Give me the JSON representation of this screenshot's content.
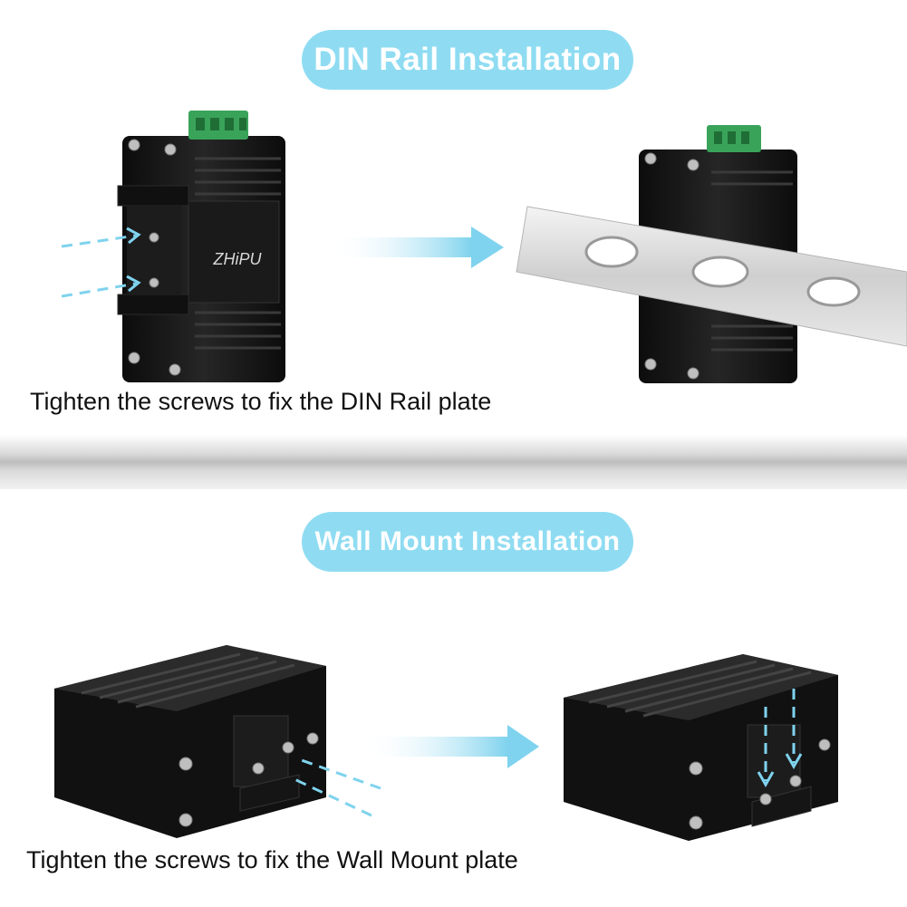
{
  "din": {
    "title": "DIN Rail Installation",
    "caption": "Tighten the screws to fix the DIN Rail plate",
    "logo_text": "ZHiPU"
  },
  "wall": {
    "title": "Wall Mount Installation",
    "caption": "Tighten the screws to fix the Wall Mount plate"
  },
  "colors": {
    "accent": "#8fdcf2",
    "arrow": "#7fd3ee",
    "device": "#141414",
    "terminal": "#3aa35a"
  }
}
